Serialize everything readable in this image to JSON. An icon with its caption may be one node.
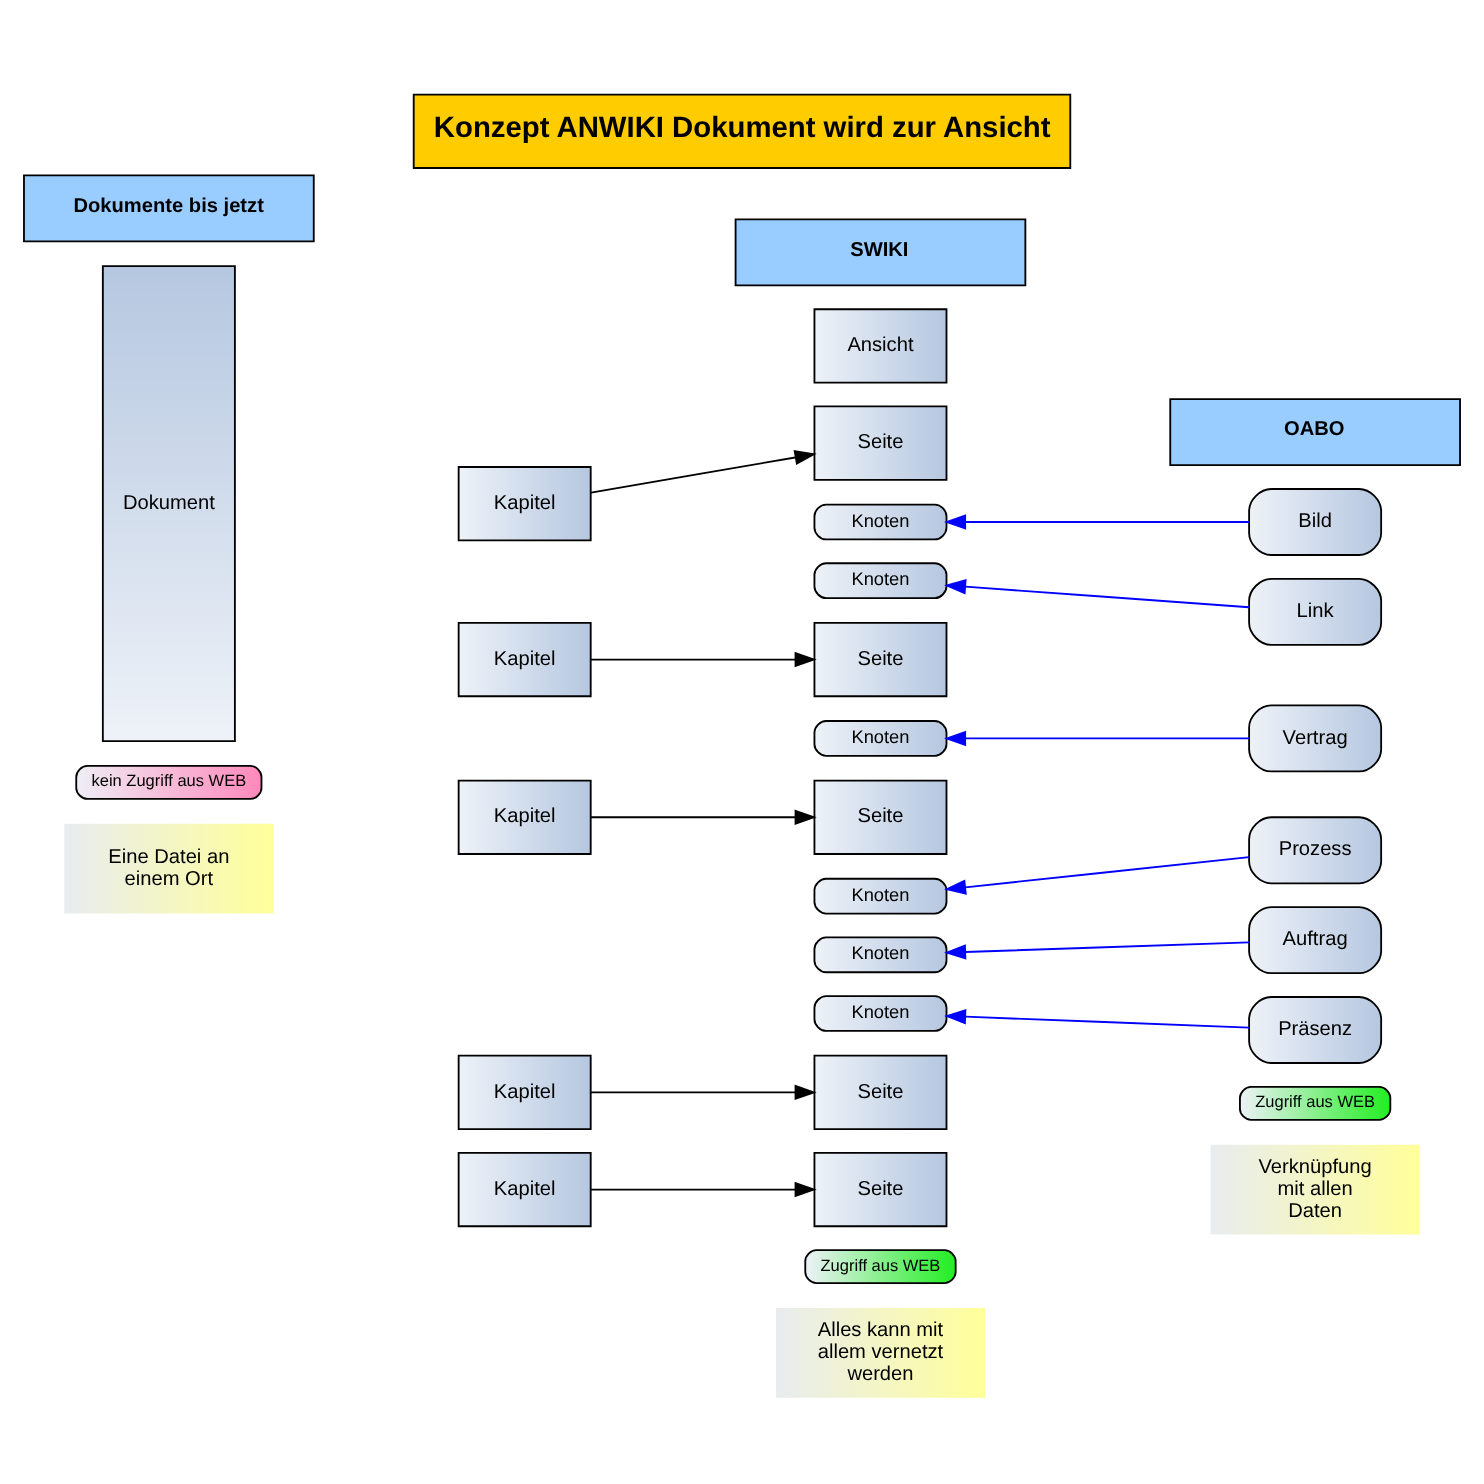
{
  "diagram": {
    "title": "Konzept ANWIKI Dokument wird zur Ansicht",
    "nodes": [
      {
        "text": [
          "Dokumente bis jetzt"
        ]
      },
      {
        "text": [
          "SWIKI"
        ]
      },
      {
        "text": [
          "OABO"
        ]
      },
      {
        "text": [
          "Dokument"
        ]
      },
      {
        "text": [
          "Ansicht"
        ]
      },
      {
        "text": [
          "Kapitel"
        ]
      },
      {
        "text": [
          "Kapitel"
        ]
      },
      {
        "text": [
          "Kapitel"
        ]
      },
      {
        "text": [
          "Kapitel"
        ]
      },
      {
        "text": [
          "Kapitel"
        ]
      },
      {
        "text": [
          "Seite"
        ]
      },
      {
        "text": [
          "Knoten"
        ]
      },
      {
        "text": [
          "Knoten"
        ]
      },
      {
        "text": [
          "Seite"
        ]
      },
      {
        "text": [
          "Knoten"
        ]
      },
      {
        "text": [
          "Seite"
        ]
      },
      {
        "text": [
          "Knoten"
        ]
      },
      {
        "text": [
          "Knoten"
        ]
      },
      {
        "text": [
          "Knoten"
        ]
      },
      {
        "text": [
          "Seite"
        ]
      },
      {
        "text": [
          "Seite"
        ]
      },
      {
        "text": [
          "Bild"
        ]
      },
      {
        "text": [
          "Link"
        ]
      },
      {
        "text": [
          "Vertrag"
        ]
      },
      {
        "text": [
          "Prozess"
        ]
      },
      {
        "text": [
          "Auftrag"
        ]
      },
      {
        "text": [
          "Präsenz"
        ]
      },
      {
        "text": [
          "kein Zugriff aus WEB"
        ]
      },
      {
        "text": [
          "Zugriff aus WEB"
        ]
      },
      {
        "text": [
          "Zugriff aus WEB"
        ]
      },
      {
        "text": [
          "Eine Datei an einem Ort"
        ]
      },
      {
        "text": [
          "Alles kann mit allem vernetzt werden"
        ]
      },
      {
        "text": [
          "Verknüpfung mit allen Daten"
        ]
      }
    ],
    "edges": [
      {
        "from": 5,
        "to": 10,
        "arrow": "to",
        "color": "#000000"
      },
      {
        "from": 6,
        "to": 13,
        "arrow": "to",
        "color": "#000000"
      },
      {
        "from": 7,
        "to": 15,
        "arrow": "to",
        "color": "#000000"
      },
      {
        "from": 8,
        "to": 19,
        "arrow": "to",
        "color": "#000000"
      },
      {
        "from": 9,
        "to": 20,
        "arrow": "to",
        "color": "#000000"
      },
      {
        "from": 21,
        "to": 11,
        "arrow": "to",
        "color": "#0000ff"
      },
      {
        "from": 22,
        "to": 12,
        "arrow": "to",
        "color": "#0000ff"
      },
      {
        "from": 23,
        "to": 14,
        "arrow": "to",
        "color": "#0000ff"
      },
      {
        "from": 24,
        "to": 16,
        "arrow": "to",
        "color": "#0000ff"
      },
      {
        "from": 25,
        "to": 17,
        "arrow": "to",
        "color": "#0000ff"
      },
      {
        "from": 26,
        "to": 18,
        "arrow": "to",
        "color": "#0000ff"
      }
    ]
  }
}
